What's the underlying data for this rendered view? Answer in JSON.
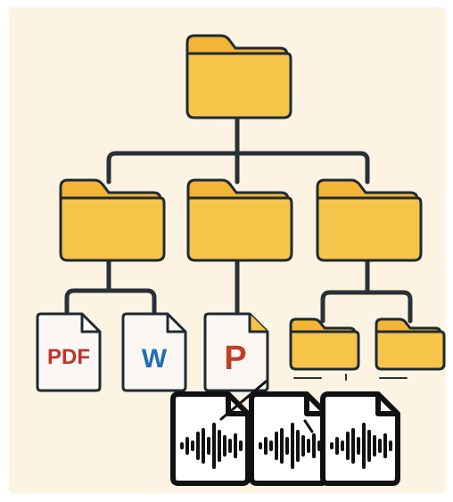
{
  "colors": {
    "background": "#fdf3e3",
    "folder_fill": "#f7c44a",
    "folder_back": "#f3b535",
    "outline": "#1f2a33",
    "line": "#2a3036",
    "paper": "#fbf8f3",
    "pdf_red": "#c0322a",
    "word_blue": "#1f6fb2",
    "ppt_red": "#c1402a",
    "ppt_corner": "#f7c44a"
  },
  "tree": {
    "root": {
      "type": "folder",
      "name": "root-folder"
    },
    "level2": [
      {
        "type": "folder",
        "name": "folder-left"
      },
      {
        "type": "folder",
        "name": "folder-middle"
      },
      {
        "type": "folder",
        "name": "folder-right"
      }
    ],
    "level3": [
      {
        "type": "file",
        "kind": "pdf",
        "label": "PDF"
      },
      {
        "type": "file",
        "kind": "word",
        "label": "W"
      },
      {
        "type": "file",
        "kind": "powerpoint",
        "label": "P"
      },
      {
        "type": "folder",
        "name": "subfolder-1"
      },
      {
        "type": "folder",
        "name": "subfolder-2"
      }
    ],
    "audio_files": [
      {
        "type": "file",
        "kind": "audio",
        "icon": "waveform-icon"
      },
      {
        "type": "file",
        "kind": "audio",
        "icon": "waveform-icon"
      },
      {
        "type": "file",
        "kind": "audio",
        "icon": "waveform-icon"
      }
    ]
  }
}
